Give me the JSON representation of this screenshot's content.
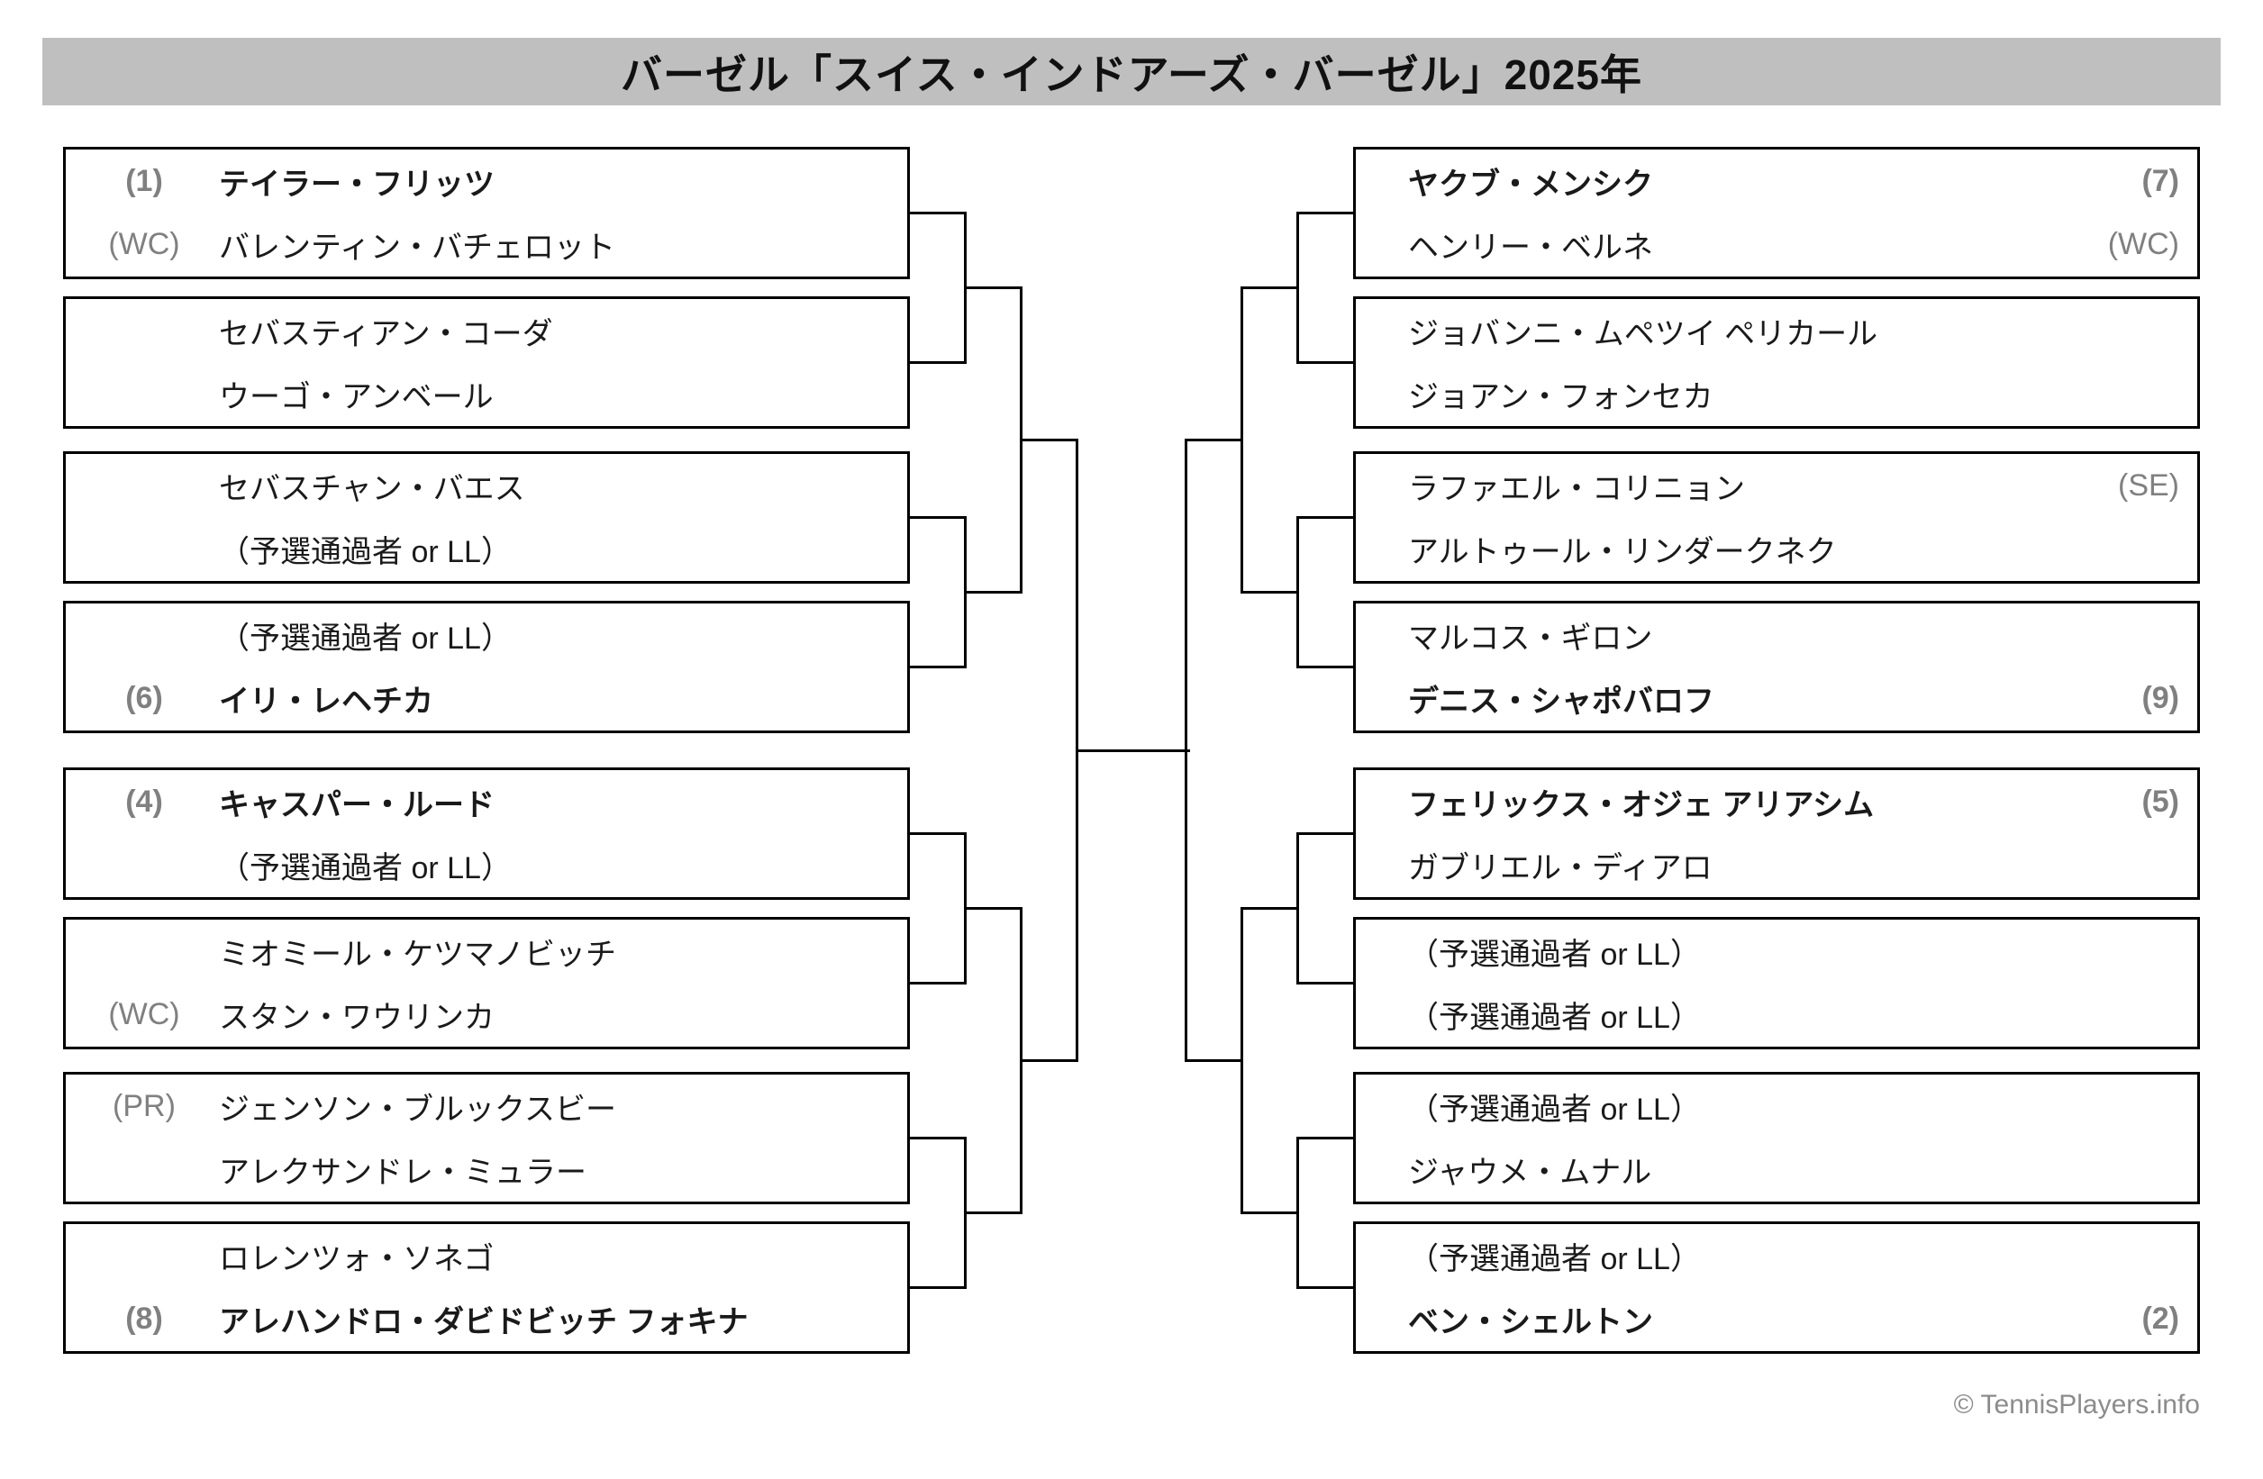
{
  "title": "バーゼル「スイス・インドアーズ・バーゼル」2025年",
  "footer": {
    "copyright": "© TennisPlayers.info"
  },
  "colors": {
    "title_bg": "#bfbfbf",
    "text": "#1a1a1a",
    "muted_tag": "#808080",
    "line": "#000000",
    "copyright": "#8c8c8c"
  },
  "bracket": {
    "left": [
      {
        "players": [
          {
            "tag": "(1)",
            "name": "テイラー・フリッツ",
            "seeded": true
          },
          {
            "tag": "(WC)",
            "name": "バレンティン・バチェロット",
            "seeded": false
          }
        ]
      },
      {
        "players": [
          {
            "tag": "",
            "name": "セバスティアン・コーダ",
            "seeded": false
          },
          {
            "tag": "",
            "name": "ウーゴ・アンベール",
            "seeded": false
          }
        ]
      },
      {
        "players": [
          {
            "tag": "",
            "name": "セバスチャン・バエス",
            "seeded": false
          },
          {
            "tag": "",
            "name": "（予選通過者 or LL）",
            "seeded": false
          }
        ]
      },
      {
        "players": [
          {
            "tag": "",
            "name": "（予選通過者 or LL）",
            "seeded": false
          },
          {
            "tag": "(6)",
            "name": "イリ・レヘチカ",
            "seeded": true
          }
        ]
      },
      {
        "players": [
          {
            "tag": "(4)",
            "name": "キャスパー・ルード",
            "seeded": true
          },
          {
            "tag": "",
            "name": "（予選通過者 or LL）",
            "seeded": false
          }
        ]
      },
      {
        "players": [
          {
            "tag": "",
            "name": "ミオミール・ケツマノビッチ",
            "seeded": false
          },
          {
            "tag": "(WC)",
            "name": "スタン・ワウリンカ",
            "seeded": false
          }
        ]
      },
      {
        "players": [
          {
            "tag": "(PR)",
            "name": "ジェンソン・ブルックスビー",
            "seeded": false
          },
          {
            "tag": "",
            "name": "アレクサンドレ・ミュラー",
            "seeded": false
          }
        ]
      },
      {
        "players": [
          {
            "tag": "",
            "name": "ロレンツォ・ソネゴ",
            "seeded": false
          },
          {
            "tag": "(8)",
            "name": "アレハンドロ・ダビドビッチ フォキナ",
            "seeded": true
          }
        ]
      }
    ],
    "right": [
      {
        "players": [
          {
            "tag": "(7)",
            "name": "ヤクブ・メンシク",
            "seeded": true
          },
          {
            "tag": "(WC)",
            "name": "ヘンリー・ベルネ",
            "seeded": false
          }
        ]
      },
      {
        "players": [
          {
            "tag": "",
            "name": "ジョバンニ・ムペツイ ペリカール",
            "seeded": false
          },
          {
            "tag": "",
            "name": "ジョアン・フォンセカ",
            "seeded": false
          }
        ]
      },
      {
        "players": [
          {
            "tag": "(SE)",
            "name": "ラファエル・コリニョン",
            "seeded": false
          },
          {
            "tag": "",
            "name": "アルトゥール・リンダークネク",
            "seeded": false
          }
        ]
      },
      {
        "players": [
          {
            "tag": "",
            "name": "マルコス・ギロン",
            "seeded": false
          },
          {
            "tag": "(9)",
            "name": "デニス・シャポバロフ",
            "seeded": true
          }
        ]
      },
      {
        "players": [
          {
            "tag": "(5)",
            "name": "フェリックス・オジェ アリアシム",
            "seeded": true
          },
          {
            "tag": "",
            "name": "ガブリエル・ディアロ",
            "seeded": false
          }
        ]
      },
      {
        "players": [
          {
            "tag": "",
            "name": "（予選通過者 or LL）",
            "seeded": false
          },
          {
            "tag": "",
            "name": "（予選通過者 or LL）",
            "seeded": false
          }
        ]
      },
      {
        "players": [
          {
            "tag": "",
            "name": "（予選通過者 or LL）",
            "seeded": false
          },
          {
            "tag": "",
            "name": "ジャウメ・ムナル",
            "seeded": false
          }
        ]
      },
      {
        "players": [
          {
            "tag": "",
            "name": "（予選通過者 or LL）",
            "seeded": false
          },
          {
            "tag": "(2)",
            "name": "ベン・シェルトン",
            "seeded": true
          }
        ]
      }
    ]
  }
}
